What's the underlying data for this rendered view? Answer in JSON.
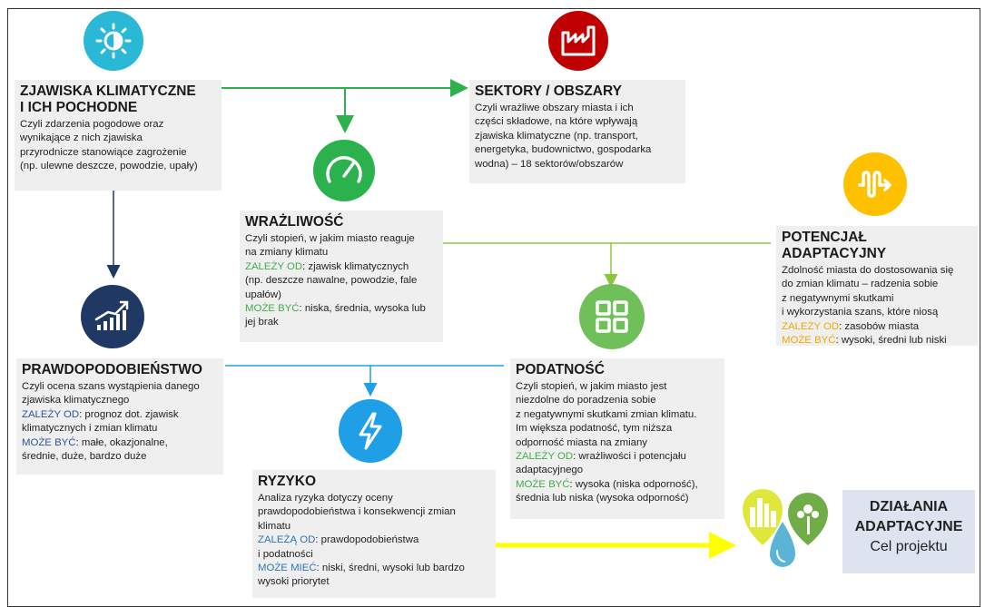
{
  "colors": {
    "climate": "#29b8d5",
    "sectors": "#c00000",
    "sensitivity": "#2bb24c",
    "adaptive": "#ffc000",
    "probability": "#1f3864",
    "susceptibility": "#70c05a",
    "risk": "#1fa0e6"
  },
  "icons": {
    "climate": "sun-cloud-icon",
    "sectors": "factory-icon",
    "sensitivity": "gauge-icon",
    "adaptive": "wave-arrow-icon",
    "probability": "bar-chart-trend-icon",
    "susceptibility": "grid-squares-icon",
    "risk": "lightning-icon",
    "actions": "city-drop-tree-icon"
  },
  "climate": {
    "title_line1": "ZJAWISKA KLIMATYCZNE",
    "title_line2": "I ICH POCHODNE",
    "lines": [
      "Czyli zdarzenia pogodowe oraz",
      "wynikające z nich zjawiska",
      "przyrodnicze stanowiące zagrożenie",
      "(np. ulewne deszcze, powodzie, upały)"
    ]
  },
  "sectors": {
    "title": "SEKTORY / OBSZARY",
    "lines": [
      "Czyli wrażliwe obszary miasta i ich",
      "części składowe, na które wpływają",
      "zjawiska klimatyczne (np. transport,",
      "energetyka, budownictwo, gospodarka",
      "wodna) – 18 sektorów/obszarów"
    ]
  },
  "sensitivity": {
    "title": "WRAŻLIWOŚĆ",
    "lines": [
      "Czyli stopień, w jakim miasto reaguje",
      "na zmiany klimatu"
    ],
    "depends_key": "ZALEŻY OD",
    "depends_val": ": zjawisk klimatycznych",
    "depends_lines": [
      "(np. deszcze nawalne, powodzie, fale",
      "upałów)"
    ],
    "can_key": "MOŻE BYĆ",
    "can_val": ": niska, średnia, wysoka lub",
    "can_line2": "jej brak"
  },
  "adaptive": {
    "title": "POTENCJAŁ ADAPTACYJNY",
    "lines": [
      "Zdolność miasta do dostosowania się",
      "do zmian klimatu – radzenia sobie",
      "z negatywnymi skutkami",
      "i wykorzystania szans, które niosą"
    ],
    "depends_key": "ZALEŻY OD",
    "depends_val": ": zasobów miasta",
    "can_key": "MOŻE BYĆ",
    "can_val": ": wysoki, średni lub niski"
  },
  "probability": {
    "title": "PRAWDOPODOBIEŃSTWO",
    "lines": [
      "Czyli ocena szans wystąpienia danego",
      "zjawiska klimatycznego"
    ],
    "depends_key": "ZALEŻY OD",
    "depends_val": ": prognoz dot. zjawisk",
    "depends_line2": "klimatycznych i zmian klimatu",
    "can_key": "MOŻE BYĆ",
    "can_val": ":  małe, okazjonalne,",
    "can_line2": "średnie, duże, bardzo duże"
  },
  "susceptibility": {
    "title": "PODATNOŚĆ",
    "lines": [
      "Czyli stopień, w jakim miasto jest",
      "niezdolne do poradzenia sobie",
      "z negatywnymi skutkami zmian klimatu.",
      "Im większa podatność, tym niższa",
      "odporność miasta na zmiany"
    ],
    "depends_key": "ZALEŻY OD",
    "depends_val": ": wrażliwości i potencjału",
    "depends_line2": "adaptacyjnego",
    "can_key": "MOŻE BYĆ",
    "can_val": ": wysoka (niska odporność),",
    "can_line2": "średnia lub niska (wysoka odporność)"
  },
  "risk": {
    "title": "RYZYKO",
    "lines": [
      "Analiza ryzyka dotyczy oceny",
      "prawdopodobieństwa i konsekwencji zmian",
      "klimatu"
    ],
    "depends_key": "ZALEŻĄ OD",
    "depends_val": ": prawdopodobieństwa",
    "depends_line2": "i podatności",
    "can_key": "MOŻE MIEĆ",
    "can_val": ": niski, średni, wysoki lub bardzo",
    "can_line2": "wysoki priorytet"
  },
  "actions": {
    "line1": "DZIAŁANIA",
    "line2": "ADAPTACYJNE",
    "line3": "Cel projektu"
  }
}
